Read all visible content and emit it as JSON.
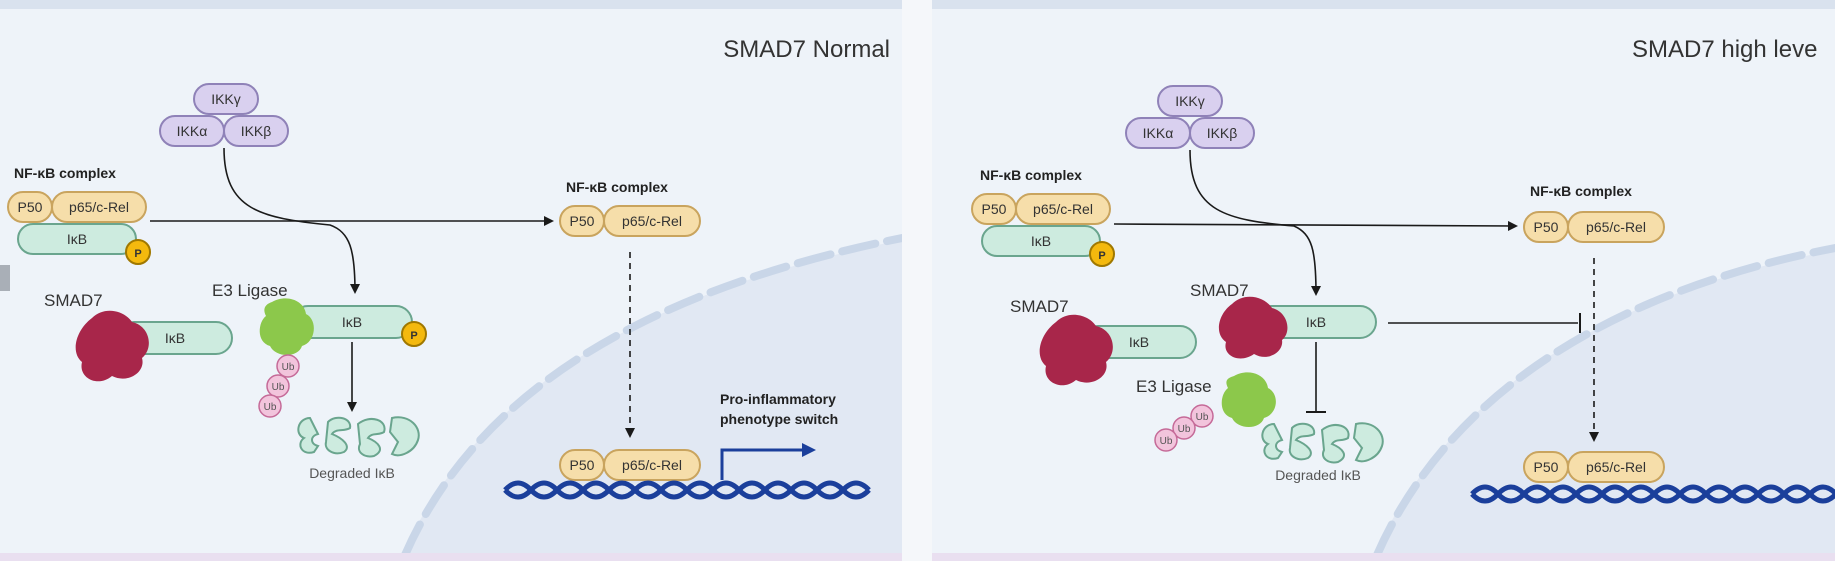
{
  "panels": [
    {
      "title": "SMAD7 Normal",
      "ikk": {
        "gamma": "IKKγ",
        "alpha": "IKKα",
        "beta": "IKKβ"
      },
      "nfkb_label": "NF-κB complex",
      "p50": "P50",
      "p65": "p65/c-Rel",
      "ikb": "IκB",
      "phospho": "P",
      "smad7": "SMAD7",
      "e3_ligase": "E3 Ligase",
      "ub": "Ub",
      "degraded": "Degraded IκB",
      "switch_line1": "Pro-inflammatory",
      "switch_line2": "phenotype switch"
    },
    {
      "title": "SMAD7 high leve",
      "ikk": {
        "gamma": "IKKγ",
        "alpha": "IKKα",
        "beta": "IKKβ"
      },
      "nfkb_label": "NF-κB complex",
      "p50": "P50",
      "p65": "p65/c-Rel",
      "ikb": "IκB",
      "phospho": "P",
      "smad7": "SMAD7",
      "e3_ligase": "E3 Ligase",
      "ub": "Ub",
      "degraded": "Degraded IκB"
    }
  ],
  "colors": {
    "background": "#eef3f9",
    "ikk": "#d9d0ef",
    "nfkb": "#f6deaa",
    "ikb": "#cdebdf",
    "phospho": "#f4b90e",
    "smad7": "#a8264a",
    "e3": "#8cc84b",
    "ub": "#f2c4dc",
    "dna": "#1b3f9b",
    "nucleus": "#e1e8f3",
    "arrow": "#1a1a1a"
  }
}
